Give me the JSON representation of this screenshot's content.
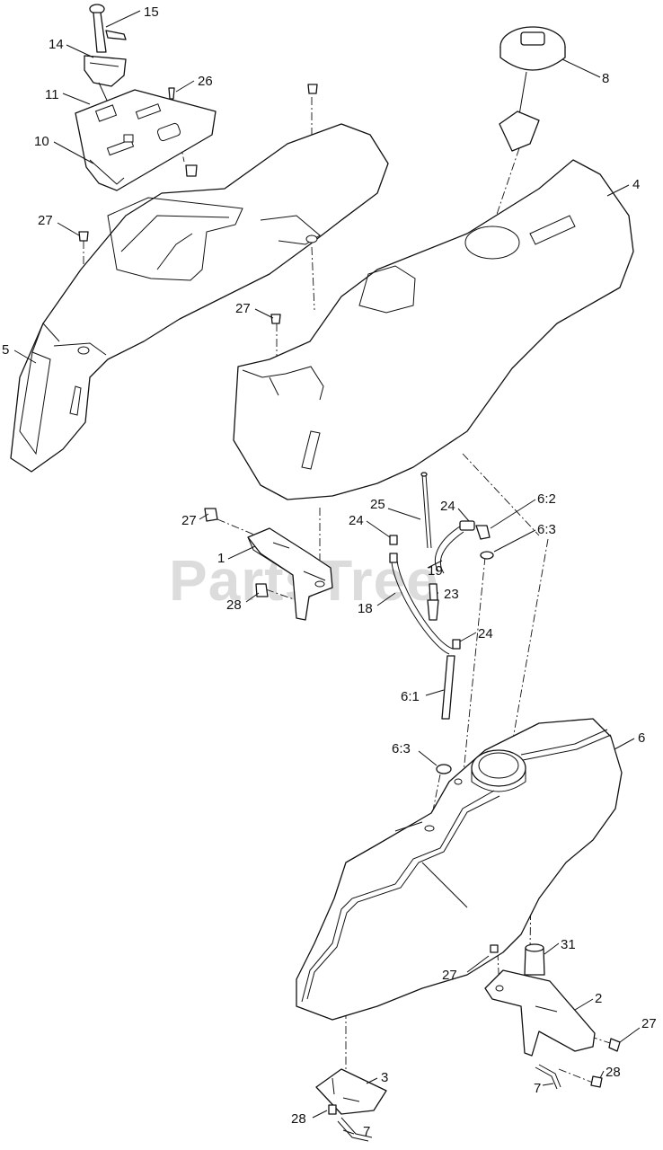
{
  "watermark": {
    "text": "PartsTree"
  },
  "callouts": [
    {
      "id": "c15a",
      "label": "15"
    },
    {
      "id": "c14",
      "label": "14"
    },
    {
      "id": "c26",
      "label": "26"
    },
    {
      "id": "c11",
      "label": "11"
    },
    {
      "id": "c10",
      "label": "10"
    },
    {
      "id": "c8",
      "label": "8"
    },
    {
      "id": "c4",
      "label": "4"
    },
    {
      "id": "c27a",
      "label": "27"
    },
    {
      "id": "c5",
      "label": "5"
    },
    {
      "id": "c27b",
      "label": "27"
    },
    {
      "id": "c27c",
      "label": "27"
    },
    {
      "id": "c1",
      "label": "1"
    },
    {
      "id": "c28a",
      "label": "28"
    },
    {
      "id": "c25",
      "label": "25"
    },
    {
      "id": "c24a",
      "label": "24"
    },
    {
      "id": "c24b",
      "label": "24"
    },
    {
      "id": "c62",
      "label": "6:2"
    },
    {
      "id": "c63a",
      "label": "6:3"
    },
    {
      "id": "c19",
      "label": "19"
    },
    {
      "id": "c23",
      "label": "23"
    },
    {
      "id": "c18",
      "label": "18"
    },
    {
      "id": "c24c",
      "label": "24"
    },
    {
      "id": "c61",
      "label": "6:1"
    },
    {
      "id": "c63b",
      "label": "6:3"
    },
    {
      "id": "c6",
      "label": "6"
    },
    {
      "id": "c31",
      "label": "31"
    },
    {
      "id": "c27d",
      "label": "27"
    },
    {
      "id": "c2",
      "label": "2"
    },
    {
      "id": "c27e",
      "label": "27"
    },
    {
      "id": "c28b",
      "label": "28"
    },
    {
      "id": "c7a",
      "label": "7"
    },
    {
      "id": "c3",
      "label": "3"
    },
    {
      "id": "c28c",
      "label": "28"
    },
    {
      "id": "c7b",
      "label": "7"
    }
  ]
}
